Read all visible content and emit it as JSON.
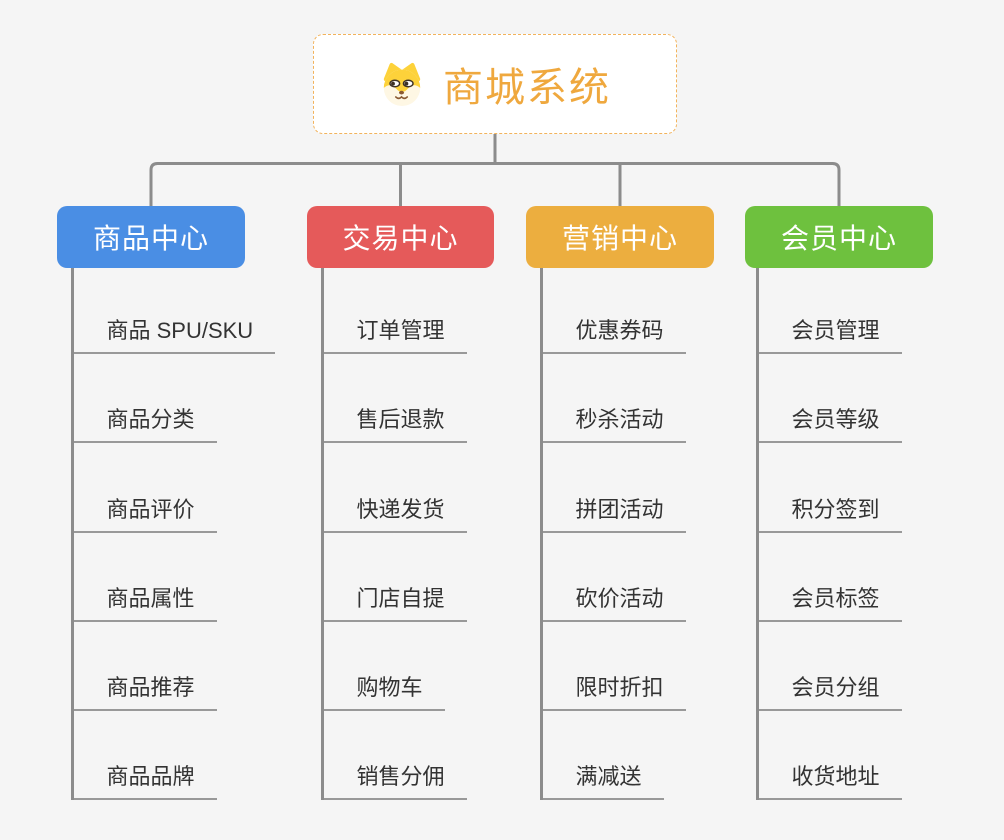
{
  "root": {
    "title": "商城系统",
    "icon": "dog-icon"
  },
  "branches": [
    {
      "label": "商品中心",
      "color": "#4a8ee4",
      "children": [
        "商品 SPU/SKU",
        "商品分类",
        "商品评价",
        "商品属性",
        "商品推荐",
        "商品品牌"
      ]
    },
    {
      "label": "交易中心",
      "color": "#e55a5a",
      "children": [
        "订单管理",
        "售后退款",
        "快递发货",
        "门店自提",
        "购物车",
        "销售分佣"
      ]
    },
    {
      "label": "营销中心",
      "color": "#ecae3f",
      "children": [
        "优惠券码",
        "秒杀活动",
        "拼团活动",
        "砍价活动",
        "限时折扣",
        "满减送"
      ]
    },
    {
      "label": "会员中心",
      "color": "#6ec13e",
      "children": [
        "会员管理",
        "会员等级",
        "积分签到",
        "会员标签",
        "会员分组",
        "收货地址"
      ]
    }
  ],
  "colors": {
    "background": "#f5f5f5",
    "connector": "#8c8c8c",
    "underline": "#999999",
    "leaf_text": "#333333",
    "root_text": "#efa83e",
    "root_border": "#f2b35c"
  }
}
